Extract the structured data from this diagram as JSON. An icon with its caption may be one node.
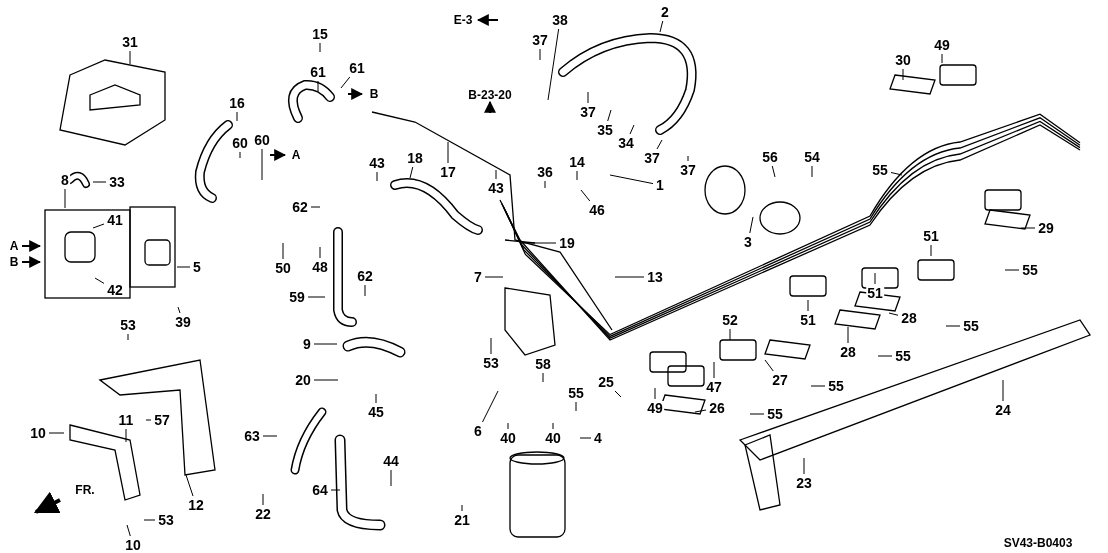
{
  "diagram": {
    "nodes": [
      {
        "text": [
          "31"
        ]
      },
      {
        "text": [
          "15"
        ]
      },
      {
        "text": [
          "2"
        ]
      },
      {
        "text": [
          "38"
        ]
      },
      {
        "text": [
          "37"
        ]
      },
      {
        "text": [
          "49"
        ]
      },
      {
        "text": [
          "30"
        ]
      },
      {
        "text": [
          "61"
        ]
      },
      {
        "text": [
          "61"
        ]
      },
      {
        "text": [
          "16"
        ]
      },
      {
        "text": [
          "37"
        ]
      },
      {
        "text": [
          "35"
        ]
      },
      {
        "text": [
          "34"
        ]
      },
      {
        "text": [
          "37"
        ]
      },
      {
        "text": [
          "37"
        ]
      },
      {
        "text": [
          "1"
        ]
      },
      {
        "text": [
          "56"
        ]
      },
      {
        "text": [
          "54"
        ]
      },
      {
        "text": [
          "55"
        ]
      },
      {
        "text": [
          "60"
        ]
      },
      {
        "text": [
          "60"
        ]
      },
      {
        "text": [
          "8"
        ]
      },
      {
        "text": [
          "33"
        ]
      },
      {
        "text": [
          "43"
        ]
      },
      {
        "text": [
          "18"
        ]
      },
      {
        "text": [
          "17"
        ]
      },
      {
        "text": [
          "43"
        ]
      },
      {
        "text": [
          "36"
        ]
      },
      {
        "text": [
          "14"
        ]
      },
      {
        "text": [
          "46"
        ]
      },
      {
        "text": [
          "62"
        ]
      },
      {
        "text": [
          "48"
        ]
      },
      {
        "text": [
          "50"
        ]
      },
      {
        "text": [
          "19"
        ]
      },
      {
        "text": [
          "3"
        ]
      },
      {
        "text": [
          "29"
        ]
      },
      {
        "text": [
          "51"
        ]
      },
      {
        "text": [
          "55"
        ]
      },
      {
        "text": [
          "41"
        ]
      },
      {
        "text": [
          "42"
        ]
      },
      {
        "text": [
          "5"
        ]
      },
      {
        "text": [
          "39"
        ]
      },
      {
        "text": [
          "62"
        ]
      },
      {
        "text": [
          "59"
        ]
      },
      {
        "text": [
          "13"
        ]
      },
      {
        "text": [
          "7"
        ]
      },
      {
        "text": [
          "51"
        ]
      },
      {
        "text": [
          "28"
        ]
      },
      {
        "text": [
          "55"
        ]
      },
      {
        "text": [
          "51"
        ]
      },
      {
        "text": [
          "52"
        ]
      },
      {
        "text": [
          "53"
        ]
      },
      {
        "text": [
          "53"
        ]
      },
      {
        "text": [
          "9"
        ]
      },
      {
        "text": [
          "28"
        ]
      },
      {
        "text": [
          "55"
        ]
      },
      {
        "text": [
          "58"
        ]
      },
      {
        "text": [
          "20"
        ]
      },
      {
        "text": [
          "47"
        ]
      },
      {
        "text": [
          "27"
        ]
      },
      {
        "text": [
          "55"
        ]
      },
      {
        "text": [
          "25"
        ]
      },
      {
        "text": [
          "55"
        ]
      },
      {
        "text": [
          "26"
        ]
      },
      {
        "text": [
          "55"
        ]
      },
      {
        "text": [
          "24"
        ]
      },
      {
        "text": [
          "49"
        ]
      },
      {
        "text": [
          "45"
        ]
      },
      {
        "text": [
          "11"
        ]
      },
      {
        "text": [
          "57"
        ]
      },
      {
        "text": [
          "10"
        ]
      },
      {
        "text": [
          "6"
        ]
      },
      {
        "text": [
          "40"
        ]
      },
      {
        "text": [
          "40"
        ]
      },
      {
        "text": [
          "4"
        ]
      },
      {
        "text": [
          "63"
        ]
      },
      {
        "text": [
          "44"
        ]
      },
      {
        "text": [
          "23"
        ]
      },
      {
        "text": [
          "64"
        ]
      },
      {
        "text": [
          "12"
        ]
      },
      {
        "text": [
          "53"
        ]
      },
      {
        "text": [
          "22"
        ]
      },
      {
        "text": [
          "21"
        ]
      },
      {
        "text": [
          "10"
        ]
      }
    ],
    "edges": [
      {
        "from": 0,
        "to": null,
        "arrow": "none"
      },
      {
        "from": 1,
        "to": null,
        "arrow": "none"
      },
      {
        "from": 2,
        "to": null,
        "arrow": "none"
      },
      {
        "from": 3,
        "to": null,
        "arrow": "none"
      },
      {
        "from": 4,
        "to": null,
        "arrow": "none"
      },
      {
        "from": 5,
        "to": null,
        "arrow": "none"
      },
      {
        "from": 6,
        "to": null,
        "arrow": "none"
      },
      {
        "from": 7,
        "to": null,
        "arrow": "none"
      },
      {
        "from": 8,
        "to": null,
        "arrow": "none"
      },
      {
        "from": 9,
        "to": null,
        "arrow": "none"
      },
      {
        "from": 10,
        "to": null,
        "arrow": "none"
      },
      {
        "from": 11,
        "to": null,
        "arrow": "none"
      },
      {
        "from": 12,
        "to": null,
        "arrow": "none"
      },
      {
        "from": 13,
        "to": null,
        "arrow": "none"
      },
      {
        "from": 14,
        "to": null,
        "arrow": "none"
      },
      {
        "from": 15,
        "to": null,
        "arrow": "none"
      },
      {
        "from": 16,
        "to": null,
        "arrow": "none"
      },
      {
        "from": 17,
        "to": null,
        "arrow": "none"
      },
      {
        "from": 18,
        "to": null,
        "arrow": "none"
      },
      {
        "from": 19,
        "to": null,
        "arrow": "none"
      },
      {
        "from": 20,
        "to": null,
        "arrow": "none"
      },
      {
        "from": 21,
        "to": null,
        "arrow": "none"
      },
      {
        "from": 22,
        "to": null,
        "arrow": "none"
      },
      {
        "from": 23,
        "to": null,
        "arrow": "none"
      },
      {
        "from": 24,
        "to": null,
        "arrow": "none"
      },
      {
        "from": 25,
        "to": null,
        "arrow": "none"
      },
      {
        "from": 26,
        "to": null,
        "arrow": "none"
      },
      {
        "from": 27,
        "to": null,
        "arrow": "none"
      },
      {
        "from": 28,
        "to": null,
        "arrow": "none"
      },
      {
        "from": 29,
        "to": null,
        "arrow": "none"
      },
      {
        "from": 30,
        "to": null,
        "arrow": "none"
      },
      {
        "from": 31,
        "to": null,
        "arrow": "none"
      },
      {
        "from": 32,
        "to": null,
        "arrow": "none"
      },
      {
        "from": 33,
        "to": null,
        "arrow": "none"
      },
      {
        "from": 34,
        "to": null,
        "arrow": "none"
      },
      {
        "from": 35,
        "to": null,
        "arrow": "none"
      },
      {
        "from": 36,
        "to": null,
        "arrow": "none"
      },
      {
        "from": 37,
        "to": null,
        "arrow": "none"
      },
      {
        "from": 38,
        "to": null,
        "arrow": "none"
      },
      {
        "from": 39,
        "to": null,
        "arrow": "none"
      },
      {
        "from": 40,
        "to": null,
        "arrow": "none"
      },
      {
        "from": 41,
        "to": null,
        "arrow": "none"
      },
      {
        "from": 42,
        "to": null,
        "arrow": "none"
      },
      {
        "from": 43,
        "to": null,
        "arrow": "none"
      },
      {
        "from": 44,
        "to": null,
        "arrow": "none"
      },
      {
        "from": 45,
        "to": null,
        "arrow": "none"
      },
      {
        "from": 46,
        "to": null,
        "arrow": "none"
      },
      {
        "from": 47,
        "to": null,
        "arrow": "none"
      },
      {
        "from": 48,
        "to": null,
        "arrow": "none"
      },
      {
        "from": 49,
        "to": null,
        "arrow": "none"
      },
      {
        "from": 50,
        "to": null,
        "arrow": "none"
      },
      {
        "from": 51,
        "to": null,
        "arrow": "none"
      },
      {
        "from": 52,
        "to": null,
        "arrow": "none"
      },
      {
        "from": 53,
        "to": null,
        "arrow": "none"
      },
      {
        "from": 54,
        "to": null,
        "arrow": "none"
      },
      {
        "from": 55,
        "to": null,
        "arrow": "none"
      },
      {
        "from": 56,
        "to": null,
        "arrow": "none"
      },
      {
        "from": 57,
        "to": null,
        "arrow": "none"
      },
      {
        "from": 58,
        "to": null,
        "arrow": "none"
      },
      {
        "from": 59,
        "to": null,
        "arrow": "none"
      },
      {
        "from": 60,
        "to": null,
        "arrow": "none"
      },
      {
        "from": 61,
        "to": null,
        "arrow": "none"
      },
      {
        "from": 62,
        "to": null,
        "arrow": "none"
      },
      {
        "from": 63,
        "to": null,
        "arrow": "none"
      },
      {
        "from": 64,
        "to": null,
        "arrow": "none"
      },
      {
        "from": 65,
        "to": null,
        "arrow": "none"
      },
      {
        "from": 66,
        "to": null,
        "arrow": "none"
      },
      {
        "from": 67,
        "to": null,
        "arrow": "none"
      },
      {
        "from": 68,
        "to": null,
        "arrow": "none"
      },
      {
        "from": 69,
        "to": null,
        "arrow": "none"
      },
      {
        "from": 70,
        "to": null,
        "arrow": "none"
      },
      {
        "from": 71,
        "to": null,
        "arrow": "none"
      },
      {
        "from": 72,
        "to": null,
        "arrow": "none"
      },
      {
        "from": 73,
        "to": null,
        "arrow": "none"
      },
      {
        "from": 74,
        "to": null,
        "arrow": "none"
      },
      {
        "from": 75,
        "to": null,
        "arrow": "none"
      },
      {
        "from": 76,
        "to": null,
        "arrow": "none"
      },
      {
        "from": 77,
        "to": null,
        "arrow": "none"
      },
      {
        "from": 78,
        "to": null,
        "arrow": "none"
      },
      {
        "from": 79,
        "to": null,
        "arrow": "none"
      },
      {
        "from": 80,
        "to": null,
        "arrow": "none"
      },
      {
        "from": 81,
        "to": null,
        "arrow": "none"
      },
      {
        "from": 82,
        "to": null,
        "arrow": "none"
      },
      {
        "from": 83,
        "to": null,
        "arrow": "none"
      }
    ],
    "labels": [
      "E-3",
      "B-23-20",
      "B",
      "A",
      "A",
      "B",
      "FR.",
      "SV43-B0403"
    ]
  }
}
